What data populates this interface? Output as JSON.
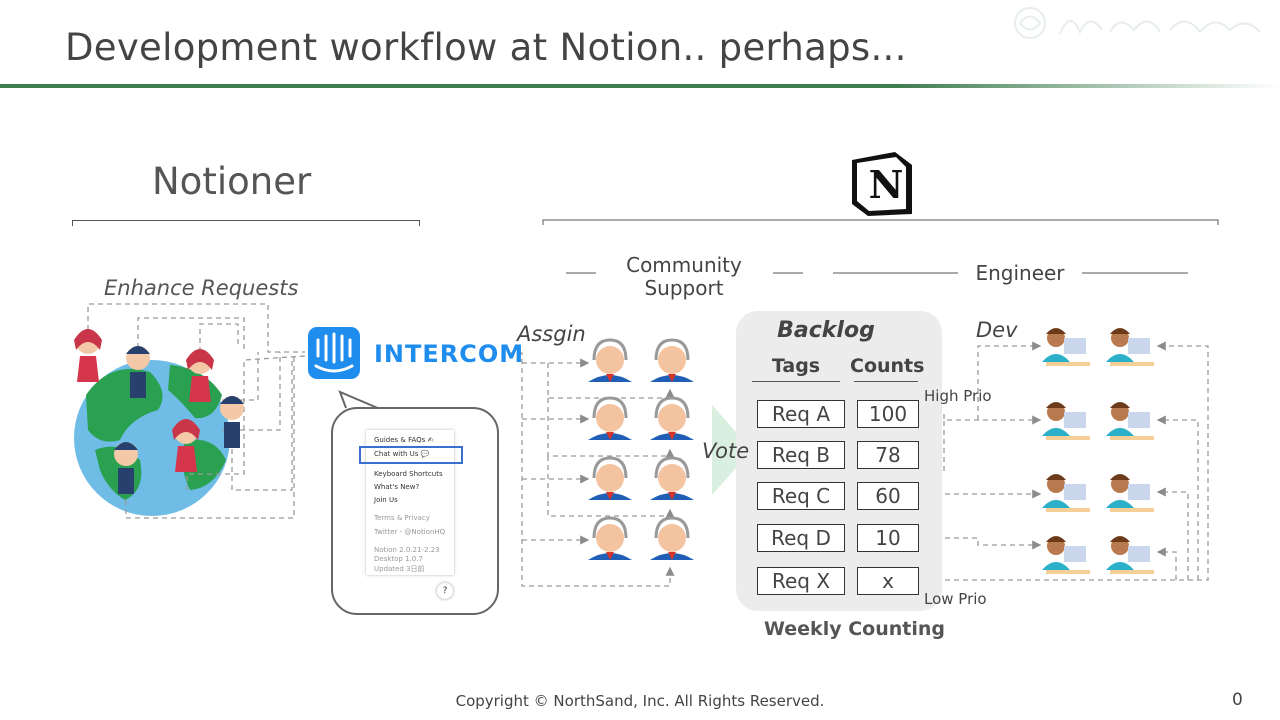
{
  "slide": {
    "title": "Development workflow at Notion.. perhaps...",
    "footer": "Copyright © NorthSand, Inc. All Rights Reserved.",
    "page_number": "0"
  },
  "left": {
    "heading": "Notioner",
    "enhance_label": "Enhance Requests",
    "intercom_label": "INTERCOM",
    "menu": {
      "items": [
        "Guides & FAQs ✍",
        "Chat with Us 💬",
        "Keyboard Shortcuts",
        "What's New?",
        "Join Us",
        "Terms & Privacy",
        "Twitter - @NotionHQ",
        "Notion 2.0.21-2.23",
        "Desktop 1.0.7",
        "Updated 3日前"
      ],
      "help_button": "?"
    }
  },
  "right": {
    "logo_letter": "N",
    "community_support": "Community\nSupport",
    "engineer": "Engineer",
    "assign_label": "Assgin",
    "dev_label": "Dev",
    "vote_label": "Vote",
    "backlog": {
      "title": "Backlog",
      "col_tags": "Tags",
      "col_counts": "Counts",
      "rows": [
        {
          "tag": "Req A",
          "count": "100"
        },
        {
          "tag": "Req B",
          "count": "78"
        },
        {
          "tag": "Req C",
          "count": "60"
        },
        {
          "tag": "Req D",
          "count": "10"
        },
        {
          "tag": "Req X",
          "count": "x"
        }
      ],
      "footer": "Weekly  Counting"
    },
    "high_prio": "High Prio",
    "low_prio": "Low Prio"
  },
  "colors": {
    "accent_green": "#3f7d4f",
    "intercom_blue": "#1f8ded",
    "panel_gray": "#ececec",
    "arrow_gray": "#8c8c8c"
  }
}
